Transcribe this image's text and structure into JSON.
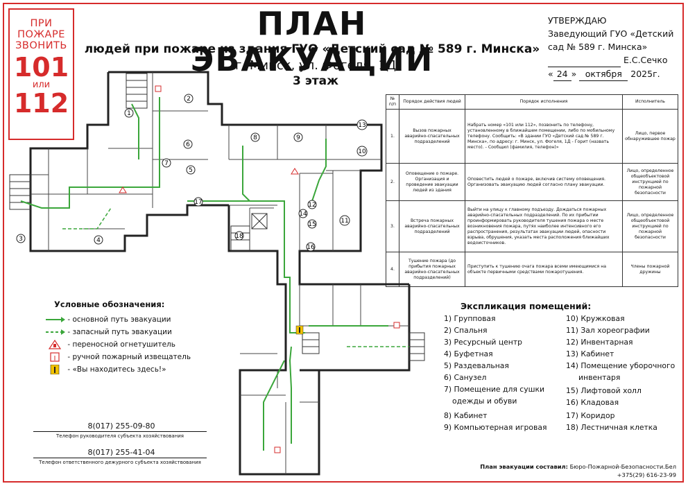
{
  "call_box": {
    "line1": "ПРИ",
    "line2": "ПОЖАРЕ",
    "line3": "ЗВОНИТЬ",
    "num1": "101",
    "or": "или",
    "num2": "112"
  },
  "title": "ПЛАН ЭВАКУАЦИИ",
  "subtitle": "людей при пожаре из здания ГУО «Детский сад № 589 г. Минска»",
  "address": "г. Минск, ул. Фогеля, 1Д",
  "floor": "3 этаж",
  "approval": {
    "heading": "УТВЕРЖДАЮ",
    "position_line1": "Заведующий ГУО «Детский",
    "position_line2": "сад № 589 г. Минска»",
    "signer": "Е.С.Сечко",
    "day": "24",
    "month": "октября",
    "year": "2025г."
  },
  "procedure_table": {
    "headers": [
      "№ п/п",
      "Порядок действия людей",
      "Порядок исполнения",
      "Исполнитель"
    ],
    "rows": [
      {
        "n": "1.",
        "action": "Вызов пожарных аварийно-спасательных подразделений",
        "execution": "Набрать номер «101 или 112», позвонить по телефону, установленному в ближайшем помещении, либо по мобильному телефону. Сообщить: «В здании ГУО «Детский сад № 589 г. Минска», по адресу: г. Минск, ул. Фогеля, 1Д - Горит (назвать место). - Сообщил (фамилия, телефон)»",
        "executor": "Лицо, первое обнаружившее пожар"
      },
      {
        "n": "2.",
        "action": "Оповещение о пожаре. Организация и проведение эвакуации людей из здания",
        "execution": "Оповестить людей о пожаре, включив систему оповещения. Организовать эвакуацию людей согласно плану эвакуации.",
        "executor": "Лицо, определенное общеобъектовой инструкцией по пожарной безопасности"
      },
      {
        "n": "3.",
        "action": "Встреча пожарных аварийно-спасательных подразделений",
        "execution": "Выйти на улицу к главному подъезду. Дождаться пожарных аварийно-спасательных подразделений. По их прибытии проинформировать руководителя тушения пожара о месте возникновения пожара, путях наиболее интенсивного его распространения, результатах эвакуации людей, опасности взрыва, обрушения, указать места расположения ближайших водоисточников.",
        "executor": "Лицо, определенное общеобъектовой инструкцией по пожарной безопасности"
      },
      {
        "n": "4.",
        "action": "Тушение пожара (до прибытия пожарных аварийно-спасательных подразделений)",
        "execution": "Приступить к тушению очага пожара всеми имеющимися на объекте первичными средствами пожаротушения.",
        "executor": "Члены пожарной дружины"
      }
    ]
  },
  "legend": {
    "title": "Условные обозначения:",
    "items": [
      "- основной путь эвакуации",
      "- запасный путь эвакуации",
      "- переносной огнетушитель",
      "- ручной пожарный извещатель",
      "- «Вы находитесь здесь!»"
    ]
  },
  "explication": {
    "title": "Экспликация помещений:",
    "items": [
      "1) Групповая",
      "2) Спальня",
      "3) Ресурсный центр",
      "4) Буфетная",
      "5) Раздевальная",
      "6) Санузел",
      "7) Помещение для сушки",
      "одежды и обуви",
      "8) Кабинет",
      "9) Компьютерная игровая",
      "10) Кружковая",
      "11) Зал хореографии",
      "12) Инвентарная",
      "13) Кабинет",
      "14) Помещение уборочного",
      "инвентаря",
      "15) Лифтовой холл",
      "16) Кладовая",
      "17) Коридор",
      "18) Лестничная клетка"
    ]
  },
  "phones": [
    {
      "number": "8(017) 255-09-80",
      "caption": "Телефон руководителя субъекта хозяйствования"
    },
    {
      "number": "8(017) 255-41-04",
      "caption": "Телефон ответственного дежурного субъекта хозяйствования"
    }
  ],
  "footer": {
    "label": "План эвакуации составил:",
    "company": "Бюро-Пожарной-Безопасности.Бел",
    "phone": "+375(29) 616-23-99"
  },
  "room_numbers": [
    "1",
    "2",
    "3",
    "4",
    "5",
    "6",
    "7",
    "8",
    "9",
    "10",
    "11",
    "12",
    "13",
    "14",
    "15",
    "16",
    "17",
    "18"
  ],
  "colors": {
    "frame": "#d62b2b",
    "route_main": "#3aa63a",
    "route_spare": "#3aa63a",
    "walls": "#222222"
  }
}
